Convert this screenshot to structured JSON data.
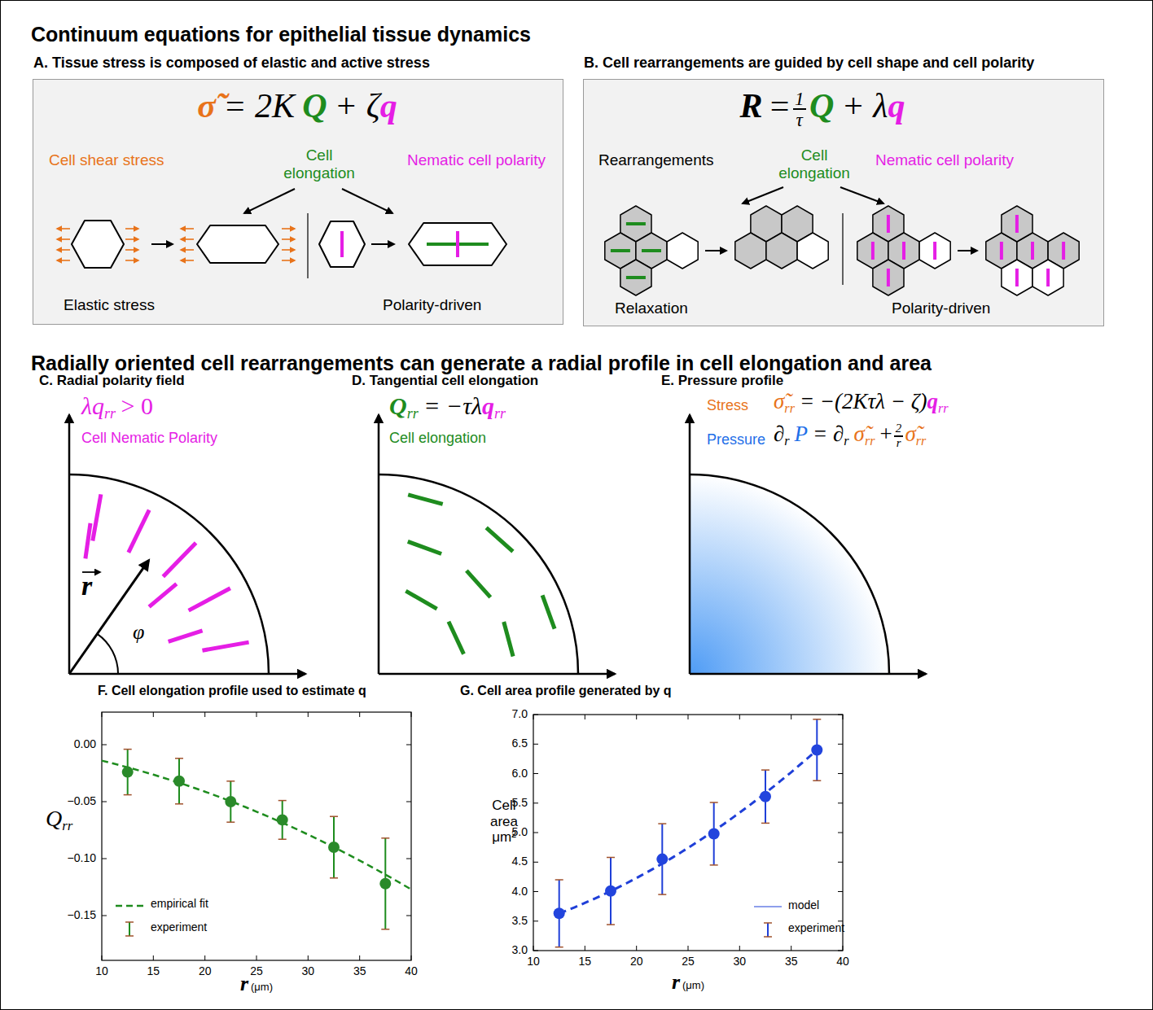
{
  "diagram": {
    "nodes": [
      {
        "text": [
          "A. Tissue stress is composed of elastic and active stress"
        ]
      },
      {
        "text": [
          "B. Cell rearrangements are guided by cell shape and cell polarity"
        ]
      }
    ],
    "labels": [
      "Continuum equations for epithelial tissue dynamics",
      "σ̃",
      "= 2K",
      "Q",
      "+ ζ",
      "q",
      "Cell shear stress",
      "Cell elongation",
      "Nematic cell polarity",
      "Elastic stress",
      "Polarity-driven",
      "R",
      "=",
      "1",
      "τ",
      "Q",
      "+ λ",
      "q",
      "Rearrangements",
      "Cell elongation",
      "Nematic cell polarity",
      "Relaxation",
      "Polarity-driven",
      "Radially oriented cell rearrangements can generate a radial profile in cell elongation and area",
      "C. Radial polarity field",
      "λq",
      "rr",
      "> 0",
      "Cell Nematic Polarity",
      "r",
      "φ",
      "D. Tangential cell elongation",
      "Q",
      "rr",
      "= −τλ",
      "q",
      "rr",
      "Cell elongation",
      "E. Pressure profile",
      "Stress",
      "σ̃",
      "rr",
      "= −(2Kτλ − ζ)",
      "q",
      "rr",
      "Pressure",
      "∂",
      "r",
      "P",
      "= ∂",
      "r",
      "σ̃",
      "rr",
      "+",
      "2",
      "r",
      "σ̃",
      "rr",
      "F. Cell elongation profile used to estimate q",
      "0.00",
      "−0.05",
      "−0.10",
      "−0.15",
      "10",
      "15",
      "20",
      "25",
      "30",
      "35",
      "40",
      "Q",
      "rr",
      "r",
      "(μm)",
      "G. Cell area profile generated by q",
      "3.0",
      "3.5",
      "4.0",
      "4.5",
      "5.0",
      "5.5",
      "6.0",
      "6.5",
      "7.0",
      "10",
      "15",
      "20",
      "25",
      "30",
      "35",
      "40",
      "Cell area μm²",
      "r",
      "(μm)"
    ],
    "legend": [
      {
        "text": "empirical fit"
      },
      {
        "text": "experiment"
      },
      {
        "text": "model"
      },
      {
        "text": "experiment"
      }
    ]
  }
}
